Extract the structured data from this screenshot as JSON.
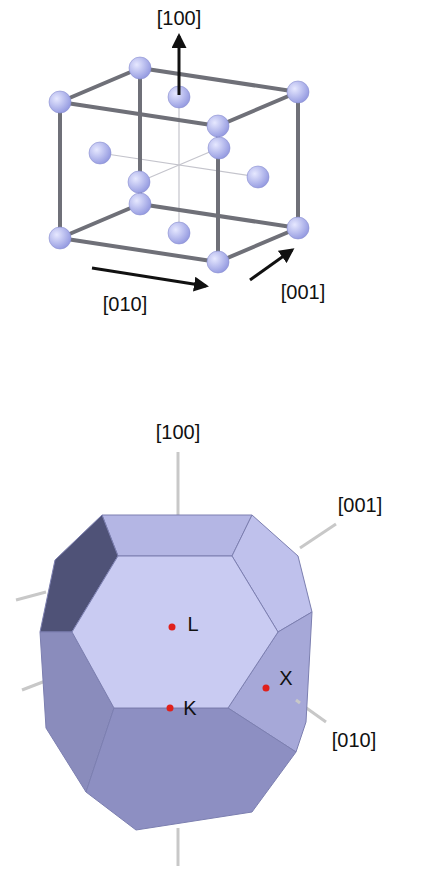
{
  "diagram": {
    "labels": [
      "[100]",
      "[010]",
      "[001]",
      "[100]",
      "[001]",
      "L",
      "K",
      "X",
      "[010]"
    ]
  }
}
